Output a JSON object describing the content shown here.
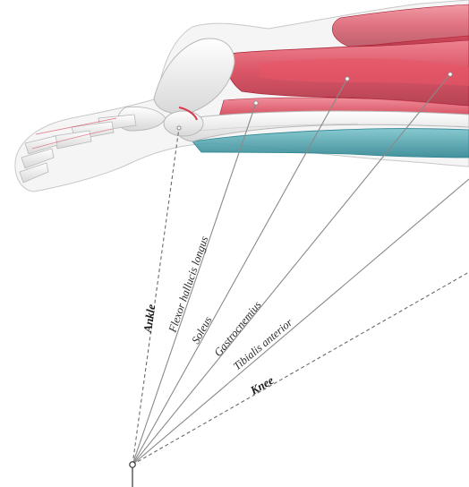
{
  "labels": {
    "ankle": "Ankle",
    "flexor_hallucis_longus": "Flexor hallucis longus",
    "soleus": "Soleus",
    "gastrocnemius": "Gastrocnemius",
    "tibialis_anterior": "Tibialis anterior",
    "knee": "Knee"
  },
  "colors": {
    "muscle_red": "#d63a4e",
    "muscle_teal": "#3c9aa6",
    "bone": "#eeeeee",
    "skin_outline": "#c8c8c8",
    "leader_line": "#8a8a8a"
  }
}
